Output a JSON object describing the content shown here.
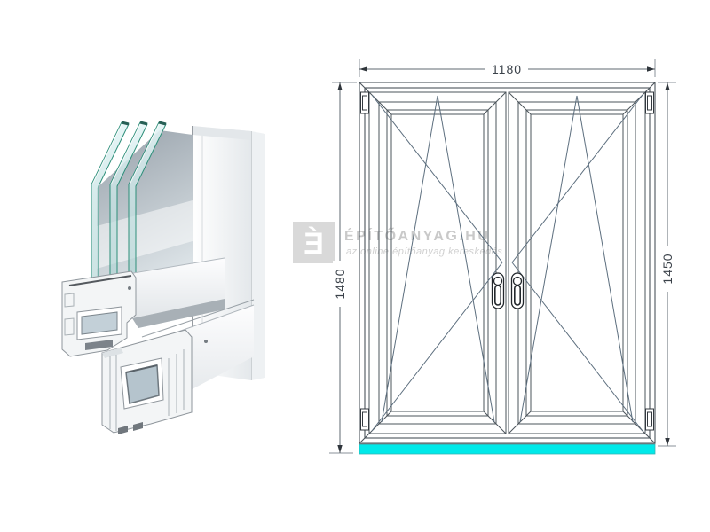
{
  "page": {
    "background_color": "#ffffff"
  },
  "brand_watermark": {
    "logo_letter": "É",
    "brand_text": "ÉPÍTŐANYAG.HU",
    "tagline": "az online építőanyag kereskedés",
    "logo_square_color": "#d9d9d9",
    "text_color": "#c9c9c9"
  },
  "technical_drawing": {
    "description": "two-sash tilt-and-turn window, front view",
    "dimensions": {
      "width": "1180",
      "height_total": "1480",
      "height_frame": "1450"
    },
    "sill_color": "#00e9e9",
    "line_color": "#4b545b",
    "opening_symbol_color": "#5c6e7e"
  },
  "product_render": {
    "description": "white uPVC window profile corner cutaway with triple glazing",
    "profile_color": "#f3f5f6",
    "glass_edge_color": "#2e8f7a",
    "spacer_color": "#c89a5f",
    "steel_chamber_color": "#b5c4cd"
  }
}
